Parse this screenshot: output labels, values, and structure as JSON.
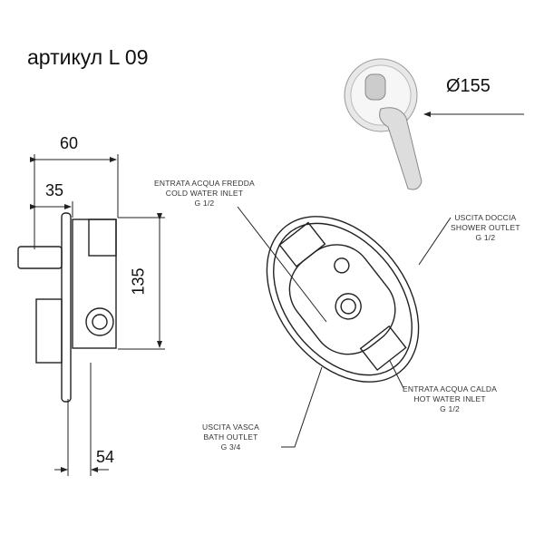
{
  "title": "артикул L 09",
  "diameter": "Ø155",
  "dimensions": {
    "d60": "60",
    "d35": "35",
    "d135": "135",
    "d54": "54"
  },
  "labels": {
    "cold": [
      "ENTRATA ACQUA FREDDA",
      "COLD WATER INLET",
      "G 1/2"
    ],
    "shower": [
      "USCITA DOCCIA",
      "SHOWER OUTLET",
      "G 1/2"
    ],
    "hot": [
      "ENTRATA  ACQUA CALDA",
      "HOT WATER INLET",
      "G 1/2"
    ],
    "bath": [
      "USCITA VASCA",
      "BATH OUTLET",
      "G 3/4"
    ]
  }
}
